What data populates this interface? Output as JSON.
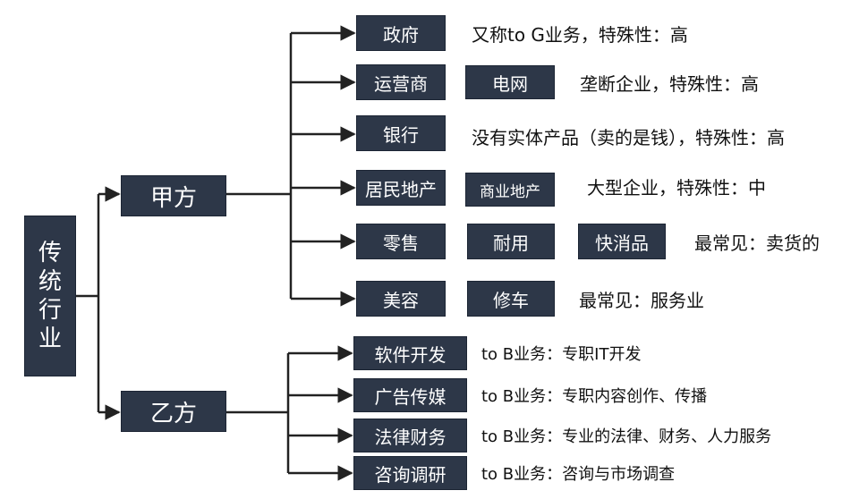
{
  "colors": {
    "box": "#2d3748",
    "line": "#222222",
    "text": "#111111",
    "box_text": "#ffffff"
  },
  "root": {
    "label": "传统行业"
  },
  "branches": [
    {
      "label": "甲方",
      "children": [
        {
          "labels": [
            "政府"
          ],
          "desc": "又称to G业务，特殊性：高"
        },
        {
          "labels": [
            "运营商",
            "电网"
          ],
          "desc": "垄断企业，特殊性：高"
        },
        {
          "labels": [
            "银行"
          ],
          "desc": "没有实体产品（卖的是钱），特殊性：高"
        },
        {
          "labels": [
            "居民地产",
            "商业地产"
          ],
          "desc": "大型企业，特殊性：中"
        },
        {
          "labels": [
            "零售",
            "耐用",
            "快消品"
          ],
          "desc": "最常见：卖货的"
        },
        {
          "labels": [
            "美容",
            "修车"
          ],
          "desc": "最常见：服务业"
        }
      ]
    },
    {
      "label": "乙方",
      "children": [
        {
          "labels": [
            "软件开发"
          ],
          "desc": "to B业务：专职IT开发"
        },
        {
          "labels": [
            "广告传媒"
          ],
          "desc": "to B业务：专职内容创作、传播"
        },
        {
          "labels": [
            "法律财务"
          ],
          "desc": "to B业务：专业的法律、财务、人力服务"
        },
        {
          "labels": [
            "咨询调研"
          ],
          "desc": "to B业务：咨询与市场调查"
        }
      ]
    }
  ]
}
